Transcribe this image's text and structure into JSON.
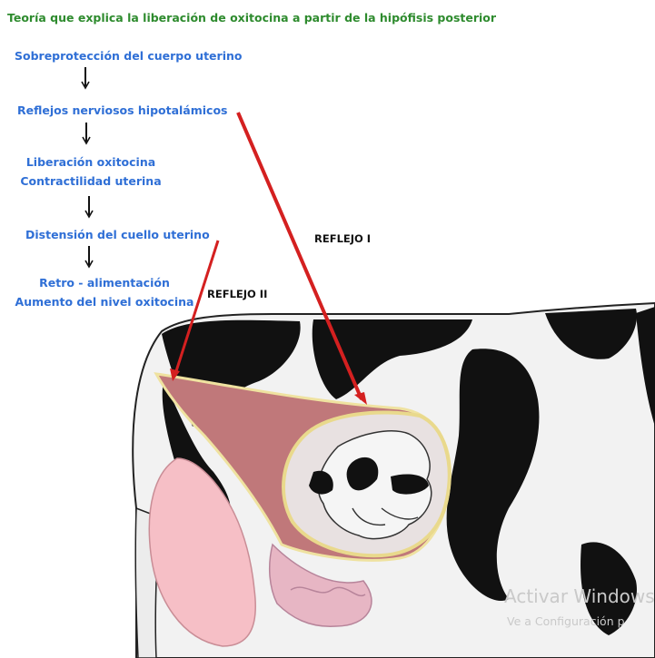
{
  "title": "Teoría que explica la liberación de oxitocina a partir de la hipófisis posterior",
  "steps": {
    "s1": "Sobreprotección del cuerpo uterino",
    "s2": "Reflejos nerviosos hipotalámicos",
    "s3a": "Liberación oxitocina",
    "s3b": "Contractilidad uterina",
    "s4": "Distensión del cuello uterino",
    "s5a": "Retro - alimentación",
    "s5b": "Aumento del nivel oxitocina"
  },
  "reflexes": {
    "r1": "REFLEJO I",
    "r2": "REFLEJO II"
  },
  "colors": {
    "title": "#2e8b2e",
    "steps": "#2f6fd6",
    "arrow": "#d42020"
  },
  "watermark": {
    "line1": "Activar Windows",
    "line2": "Ve a Configuración p"
  }
}
